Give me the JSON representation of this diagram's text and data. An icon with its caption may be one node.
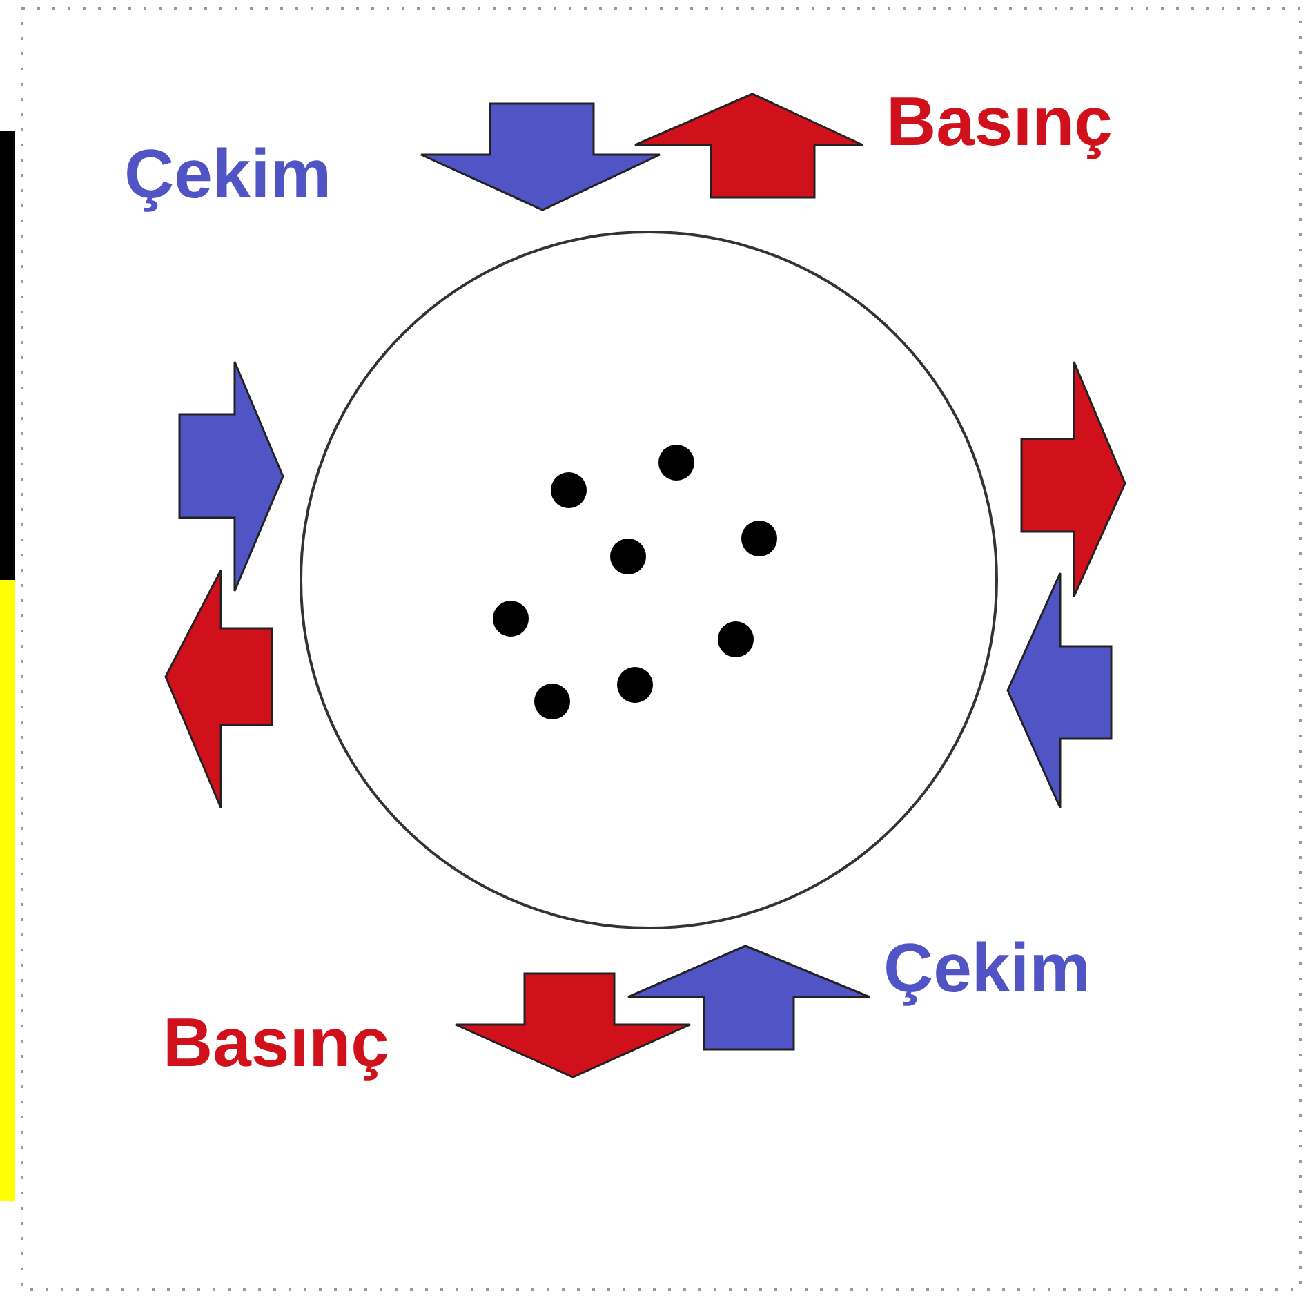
{
  "diagram": {
    "labels": [
      "Çekim",
      "Basınç",
      "Basınç",
      "Çekim"
    ]
  }
}
